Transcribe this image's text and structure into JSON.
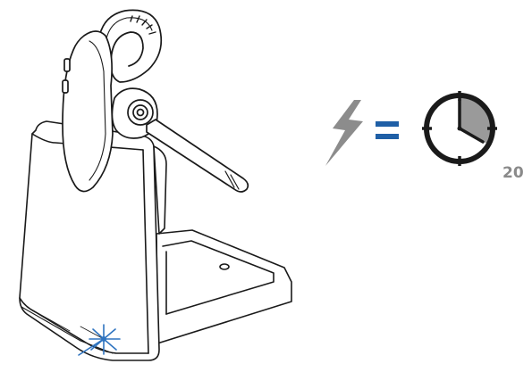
{
  "illustration": {
    "device": "headset-in-charging-base",
    "indicator": "charging-light-blinking",
    "equation_symbol": "=",
    "timer_value": "20",
    "timer_elapsed_fraction": 0.33,
    "colors": {
      "line": "#1a1a1a",
      "bolt": "#8c8c8c",
      "equals": "#1f5fa6",
      "timer_fill": "#9a9a9a",
      "timer_label": "#8a8a8a",
      "indicator_light": "#2f74c0"
    }
  }
}
